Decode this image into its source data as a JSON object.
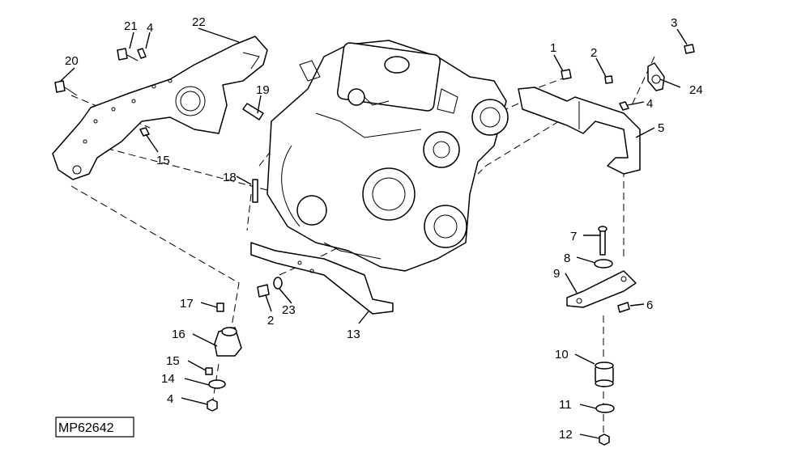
{
  "figure": {
    "reference": "MP62642",
    "callouts": [
      {
        "key": "c21",
        "label": "21"
      },
      {
        "key": "c4a",
        "label": "4"
      },
      {
        "key": "c22",
        "label": "22"
      },
      {
        "key": "c20",
        "label": "20"
      },
      {
        "key": "c19",
        "label": "19"
      },
      {
        "key": "c15a",
        "label": "15"
      },
      {
        "key": "c18",
        "label": "18"
      },
      {
        "key": "c1",
        "label": "1"
      },
      {
        "key": "c2a",
        "label": "2"
      },
      {
        "key": "c3",
        "label": "3"
      },
      {
        "key": "c24",
        "label": "24"
      },
      {
        "key": "c4b",
        "label": "4"
      },
      {
        "key": "c5",
        "label": "5"
      },
      {
        "key": "c7",
        "label": "7"
      },
      {
        "key": "c8",
        "label": "8"
      },
      {
        "key": "c9",
        "label": "9"
      },
      {
        "key": "c6",
        "label": "6"
      },
      {
        "key": "c2b",
        "label": "2"
      },
      {
        "key": "c23",
        "label": "23"
      },
      {
        "key": "c13",
        "label": "13"
      },
      {
        "key": "c17",
        "label": "17"
      },
      {
        "key": "c16",
        "label": "16"
      },
      {
        "key": "c15b",
        "label": "15"
      },
      {
        "key": "c14",
        "label": "14"
      },
      {
        "key": "c4c",
        "label": "4"
      },
      {
        "key": "c10",
        "label": "10"
      },
      {
        "key": "c11",
        "label": "11"
      },
      {
        "key": "c12",
        "label": "12"
      }
    ]
  }
}
